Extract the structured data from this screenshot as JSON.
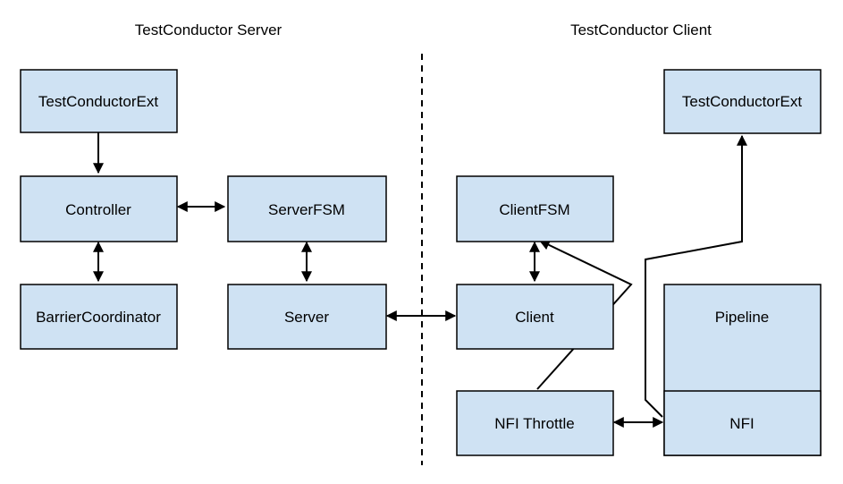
{
  "server_title": "TestConductor Server",
  "client_title": "TestConductor Client",
  "nodes": {
    "server_ext": "TestConductorExt",
    "controller": "Controller",
    "server_fsm": "ServerFSM",
    "barrier": "BarrierCoordinator",
    "server": "Server",
    "client_fsm": "ClientFSM",
    "client": "Client",
    "nfi_throttle": "NFI Throttle",
    "client_ext": "TestConductorExt",
    "pipeline": "Pipeline",
    "nfi": "NFI"
  },
  "colors": {
    "box_fill": "#cfe2f3",
    "stroke": "#000000"
  }
}
